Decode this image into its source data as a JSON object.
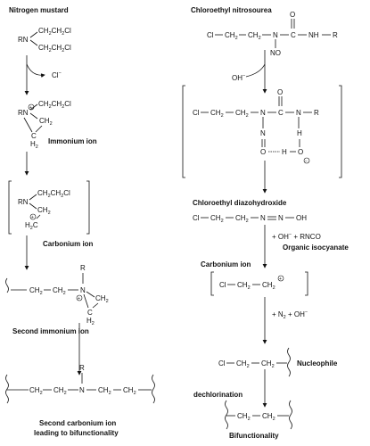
{
  "left": {
    "title": "Nitrogen mustard",
    "rn": "RN",
    "ch2ch2cl": "CH2CH2Cl",
    "cl_minus": "Cl",
    "immonium_label": "Immonium ion",
    "ch2": "CH2",
    "c": "C",
    "h2": "H2",
    "h2c": "H2C",
    "carbonium_label": "Carbonium ion",
    "r": "R",
    "n": "N",
    "second_immonium_label": "Second immonium ion",
    "final_label": "Second carbonium ion leading to bifunctionality",
    "final_label_1": "Second carbonium ion",
    "final_label_2": "leading to bifunctionality"
  },
  "right": {
    "title": "Chloroethyl nitrosourea",
    "cl": "Cl",
    "ch2": "CH2",
    "n": "N",
    "c": "C",
    "nh": "NH",
    "r": "R",
    "o": "O",
    "no": "NO",
    "oh_minus": "OH",
    "h": "H",
    "diazo_label": "Chloroethyl diazohydroxide",
    "oh": "OH",
    "plus_oh_rnco": "+ OH + RNCO",
    "organic_isocyanate": "Organic isocyanate",
    "carbonium_label": "Carbonium ion",
    "plus_n2_oh": "+ N2 + OH",
    "nucleophile": "Nucleophile",
    "dechlorination": "dechlorination",
    "bifunctionality": "Bifunctionality"
  },
  "colors": {
    "ink": "#111111",
    "background": "#ffffff"
  }
}
